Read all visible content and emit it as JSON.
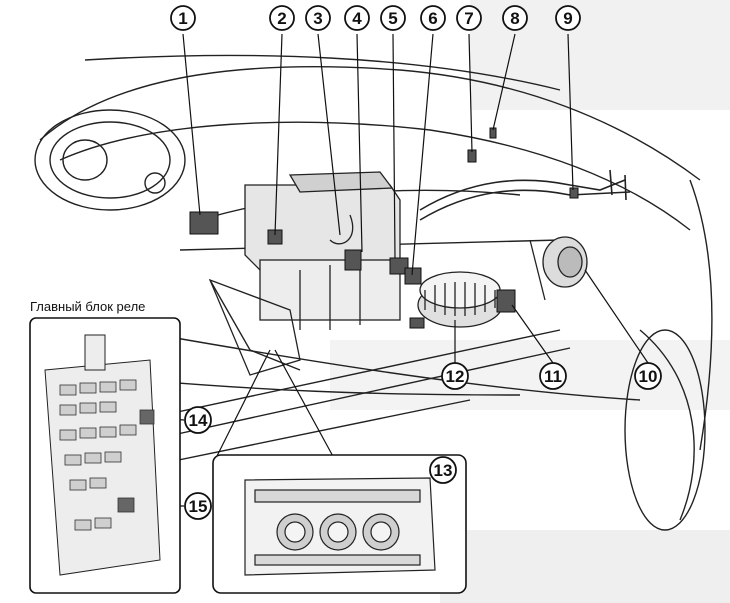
{
  "inset": {
    "title": "Главный блок реле"
  },
  "callouts": [
    "1",
    "2",
    "3",
    "4",
    "5",
    "6",
    "7",
    "8",
    "9",
    "10",
    "11",
    "12",
    "13",
    "14",
    "15"
  ]
}
